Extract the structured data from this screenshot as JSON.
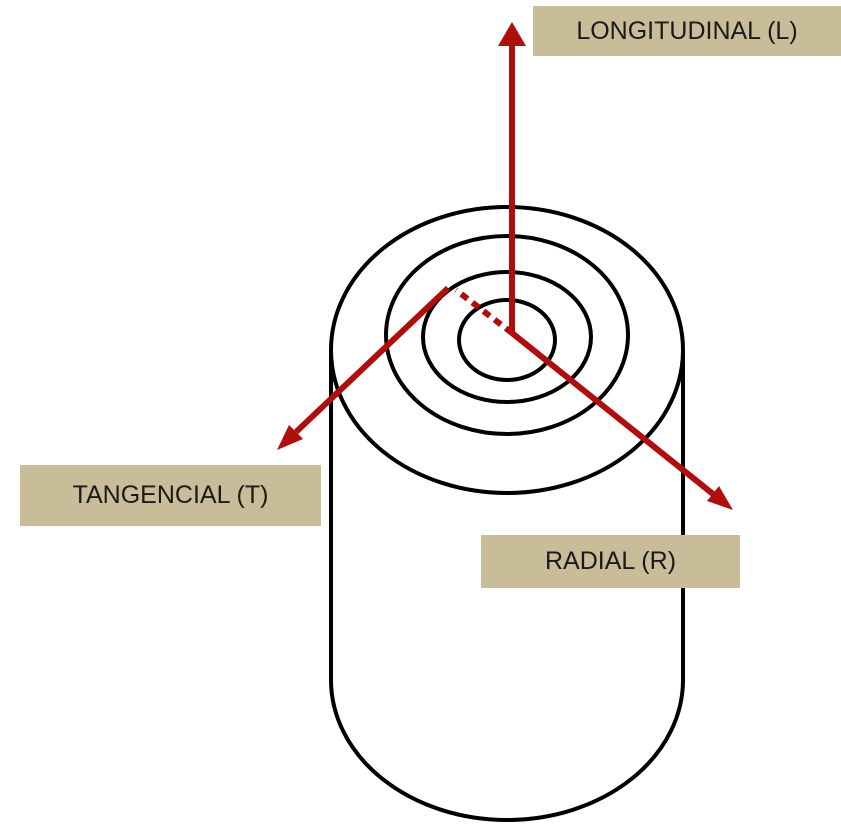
{
  "labels": {
    "longitudinal": "LONGITUDINAL (L)",
    "tangencial": "TANGENCIAL (T)",
    "radial": "RADIAL (R)"
  },
  "colors": {
    "arrow": "#b00d0d",
    "label_box": "#c8bd98",
    "outline": "#000000"
  }
}
